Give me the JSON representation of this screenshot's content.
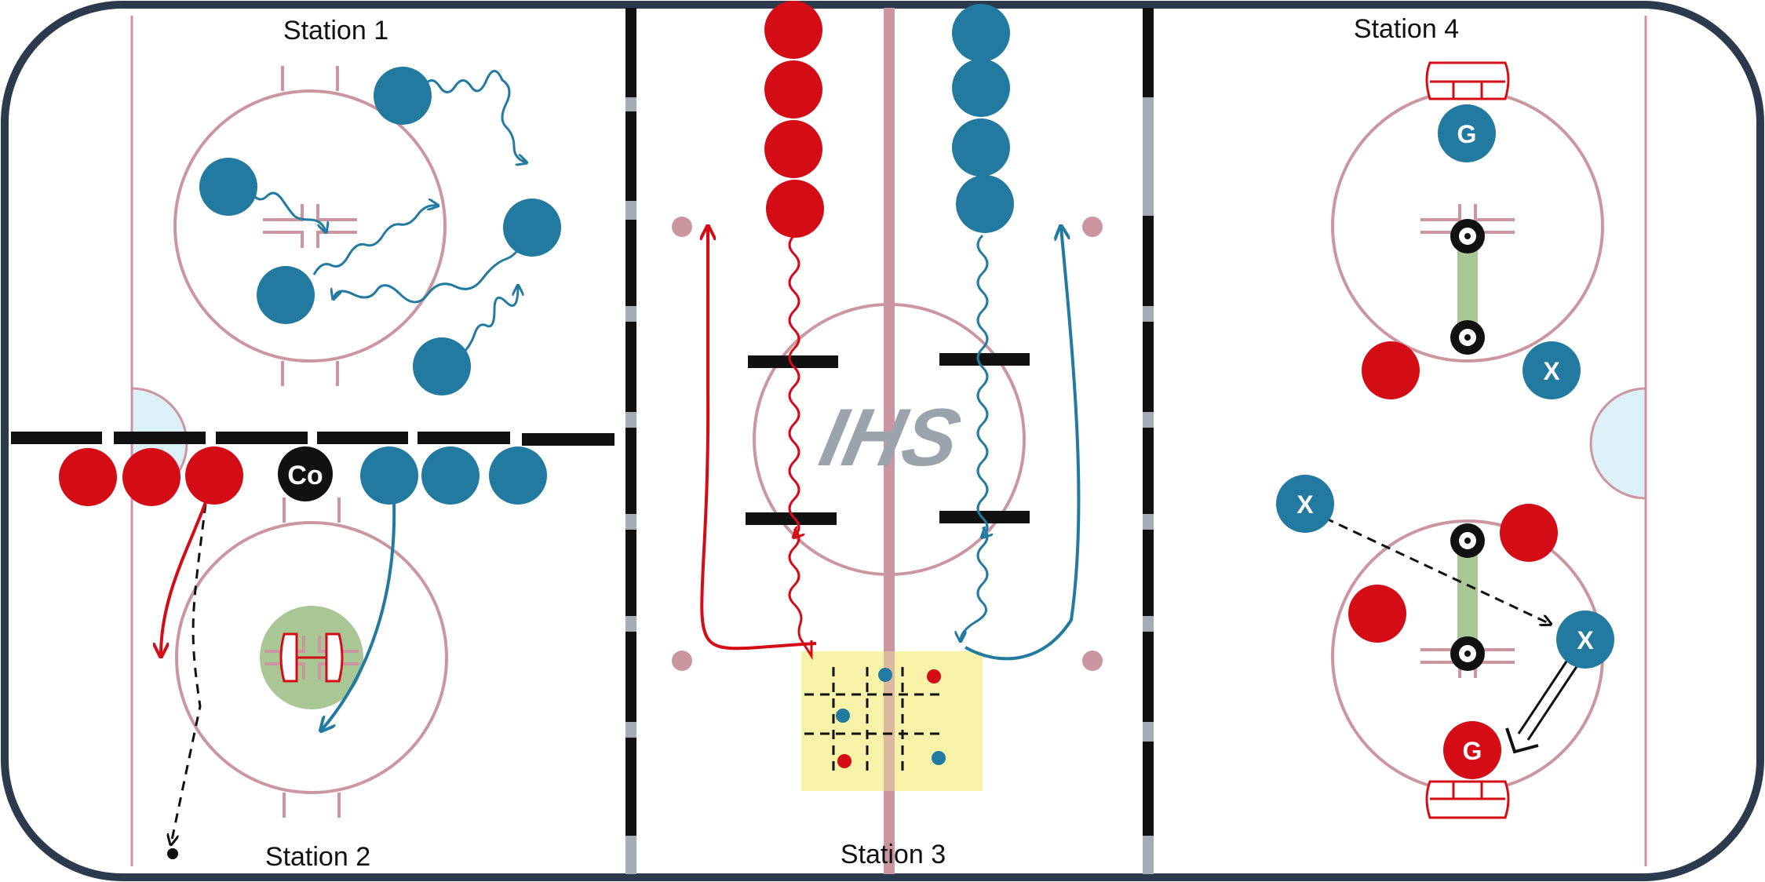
{
  "stations": {
    "s1": "Station 1",
    "s2": "Station 2",
    "s3": "Station 3",
    "s4": "Station 4"
  },
  "tokens": {
    "coach": "Co",
    "goalie": "G",
    "defender": "X"
  },
  "logo": "IHS",
  "colors": {
    "red_team": "#d40c16",
    "blue_team": "#237aa1",
    "rink_line": "#cc96a0",
    "board": "#2c3a4e",
    "crease": "#dcf0f8",
    "net_green": "#a9c795",
    "grid_zone": "#f7ef9f"
  },
  "icons": [
    "hockey-net-icon",
    "puck-icon",
    "tic-tac-toe-board"
  ]
}
